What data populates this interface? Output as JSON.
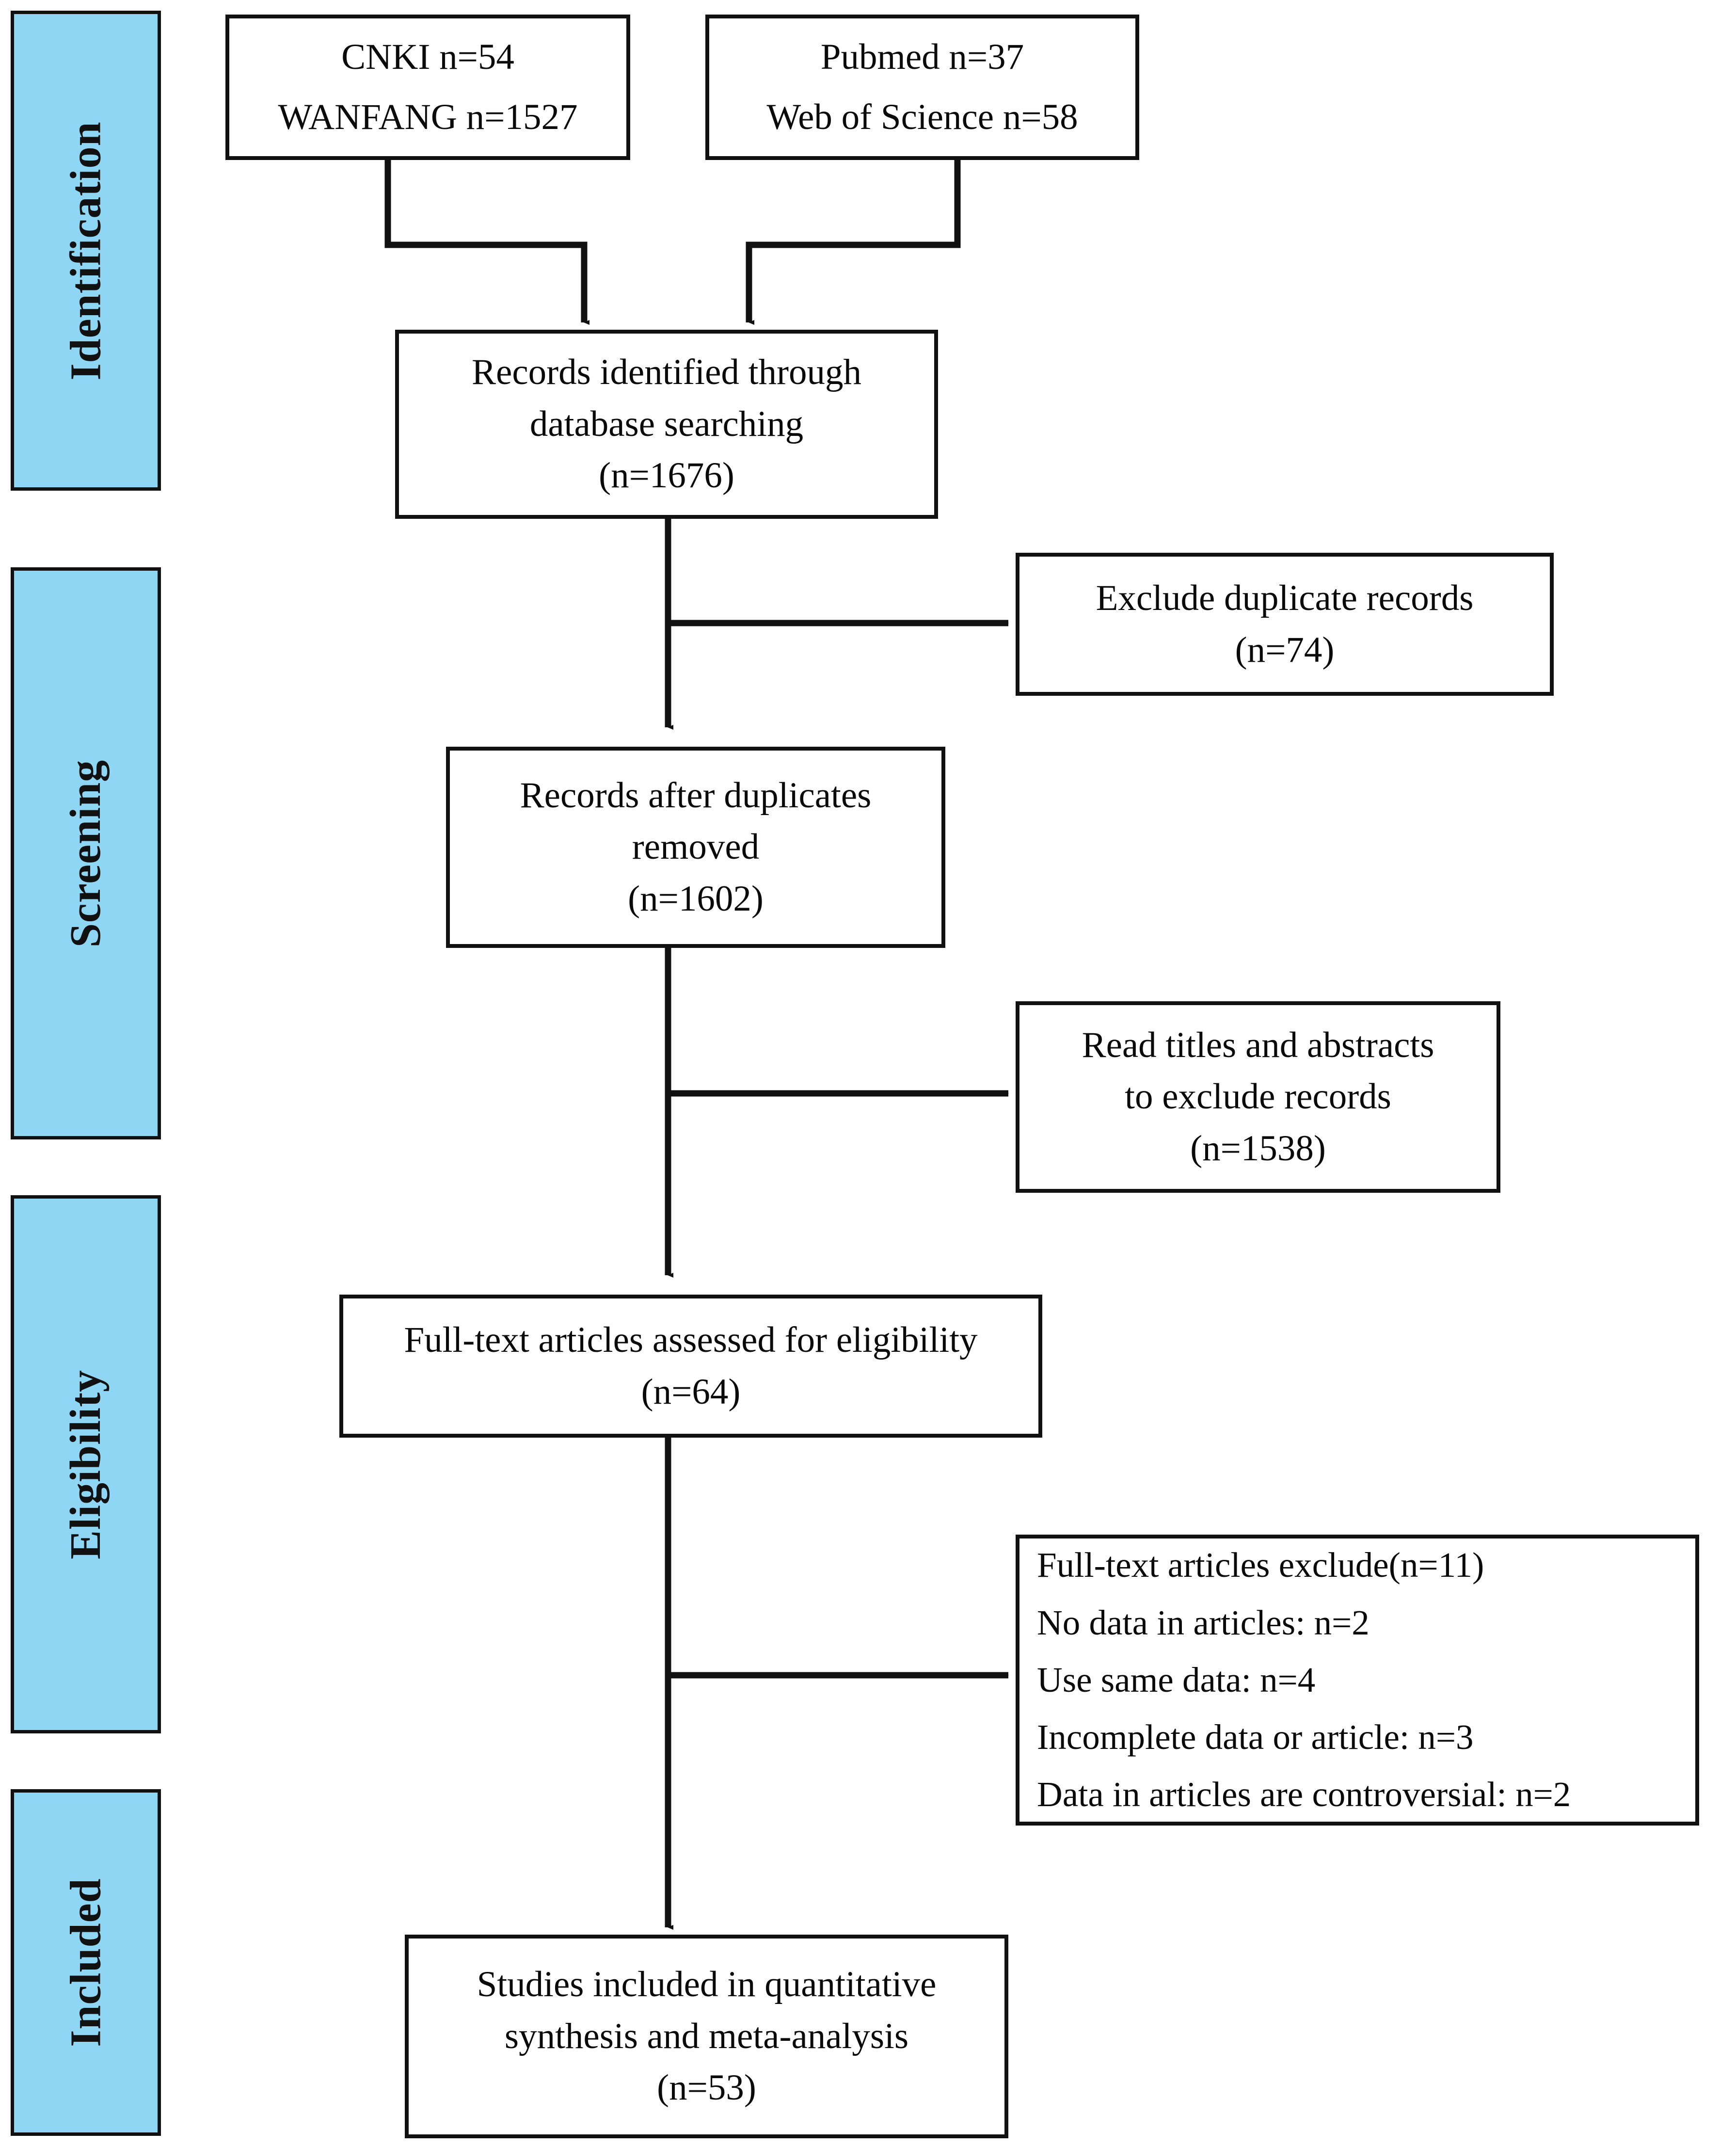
{
  "diagram": {
    "type": "prisma-flow-diagram",
    "accent_color": "#8FD6F4",
    "line_color": "#111111",
    "background": "#ffffff",
    "stages": [
      {
        "id": "identification",
        "label": "Identification"
      },
      {
        "id": "screening",
        "label": "Screening"
      },
      {
        "id": "eligibility",
        "label": "Eligibility"
      },
      {
        "id": "included",
        "label": "Included"
      }
    ],
    "nodes": {
      "source_chinese": {
        "lines": [
          "CNKI n=54",
          "WANFANG n=1527"
        ]
      },
      "source_english": {
        "lines": [
          "Pubmed n=37",
          "Web of Science n=58"
        ]
      },
      "identified": {
        "lines": [
          "Records identified through",
          "database searching",
          "(n=1676)"
        ]
      },
      "exclude_duplicates": {
        "lines": [
          "Exclude duplicate records",
          "(n=74)"
        ]
      },
      "after_duplicates": {
        "lines": [
          "Records after duplicates",
          "removed",
          "(n=1602)"
        ]
      },
      "exclude_titles_abstracts": {
        "lines": [
          "Read titles and abstracts",
          "to exclude records",
          "(n=1538)"
        ]
      },
      "fulltext_assessed": {
        "lines": [
          "Full-text articles assessed for eligibility",
          "(n=64)"
        ]
      },
      "fulltext_excluded": {
        "lines": [
          "Full-text articles exclude(n=11)",
          "No data in articles: n=2",
          "Use same data: n=4",
          "Incomplete data or article: n=3",
          "Data in articles are controversial: n=2"
        ]
      },
      "included_studies": {
        "lines": [
          "Studies included in quantitative",
          "synthesis and meta-analysis",
          "(n=53)"
        ]
      }
    },
    "counts": {
      "cnki": 54,
      "wanfang": 1527,
      "pubmed": 37,
      "web_of_science": 58,
      "records_identified": 1676,
      "duplicates_excluded": 74,
      "records_after_duplicates": 1602,
      "excluded_by_title_abstract": 1538,
      "fulltext_assessed": 64,
      "fulltext_excluded_total": 11,
      "no_data_in_articles": 2,
      "use_same_data": 4,
      "incomplete_data_or_article": 3,
      "controversial_data": 2,
      "studies_included": 53
    }
  }
}
